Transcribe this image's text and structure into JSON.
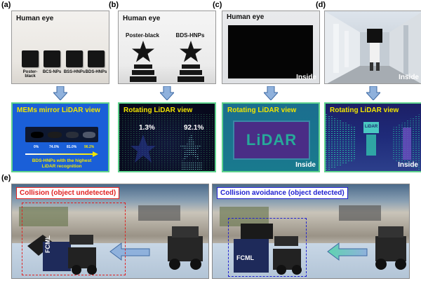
{
  "labels": {
    "a": "(a)",
    "b": "(b)",
    "c": "(c)",
    "d": "(d)",
    "e": "(e)"
  },
  "panel_a": {
    "title": "Human eye",
    "samples": [
      "Poster-\nblack",
      "BCS-NPs",
      "BSS-HNPs",
      "BDS-HNPs"
    ],
    "lidar_title": "MEMs mirror LiDAR view",
    "percents": [
      "0%",
      "74.0%",
      "81.0%",
      "96.2%"
    ],
    "caption_line1": "BDS-HNPs with the highest",
    "caption_line2": "LiDAR recognition"
  },
  "panel_b": {
    "title": "Human eye",
    "star_left": "Poster-black",
    "star_right": "BDS-HNPs",
    "lidar_title": "Rotating LiDAR view",
    "pct_left": "1.3%",
    "pct_right": "92.1%"
  },
  "panel_c": {
    "title": "Human eye",
    "inside": "Inside",
    "lidar_title": "Rotating LiDAR view",
    "lidar_word": "LiDAR",
    "lidar_inside": "Inside"
  },
  "panel_d": {
    "inside": "Inside",
    "lidar_title": "Rotating LiDAR view",
    "lidar_word": "LiDAR",
    "lidar_inside": "Inside"
  },
  "panel_e": {
    "left_title": "Collision (object undetected)",
    "right_title": "Collision avoidance (object detected)",
    "box_text_left": "FCML",
    "box_text_right": "FCML"
  },
  "colors": {
    "arrow_fill": "#8fb1dc",
    "arrow_stroke": "#3f6aa3",
    "lidar_border": "#5fd38d",
    "lidar_title": "#f1e500",
    "undetected": "#e02020",
    "detected": "#2020d0"
  }
}
